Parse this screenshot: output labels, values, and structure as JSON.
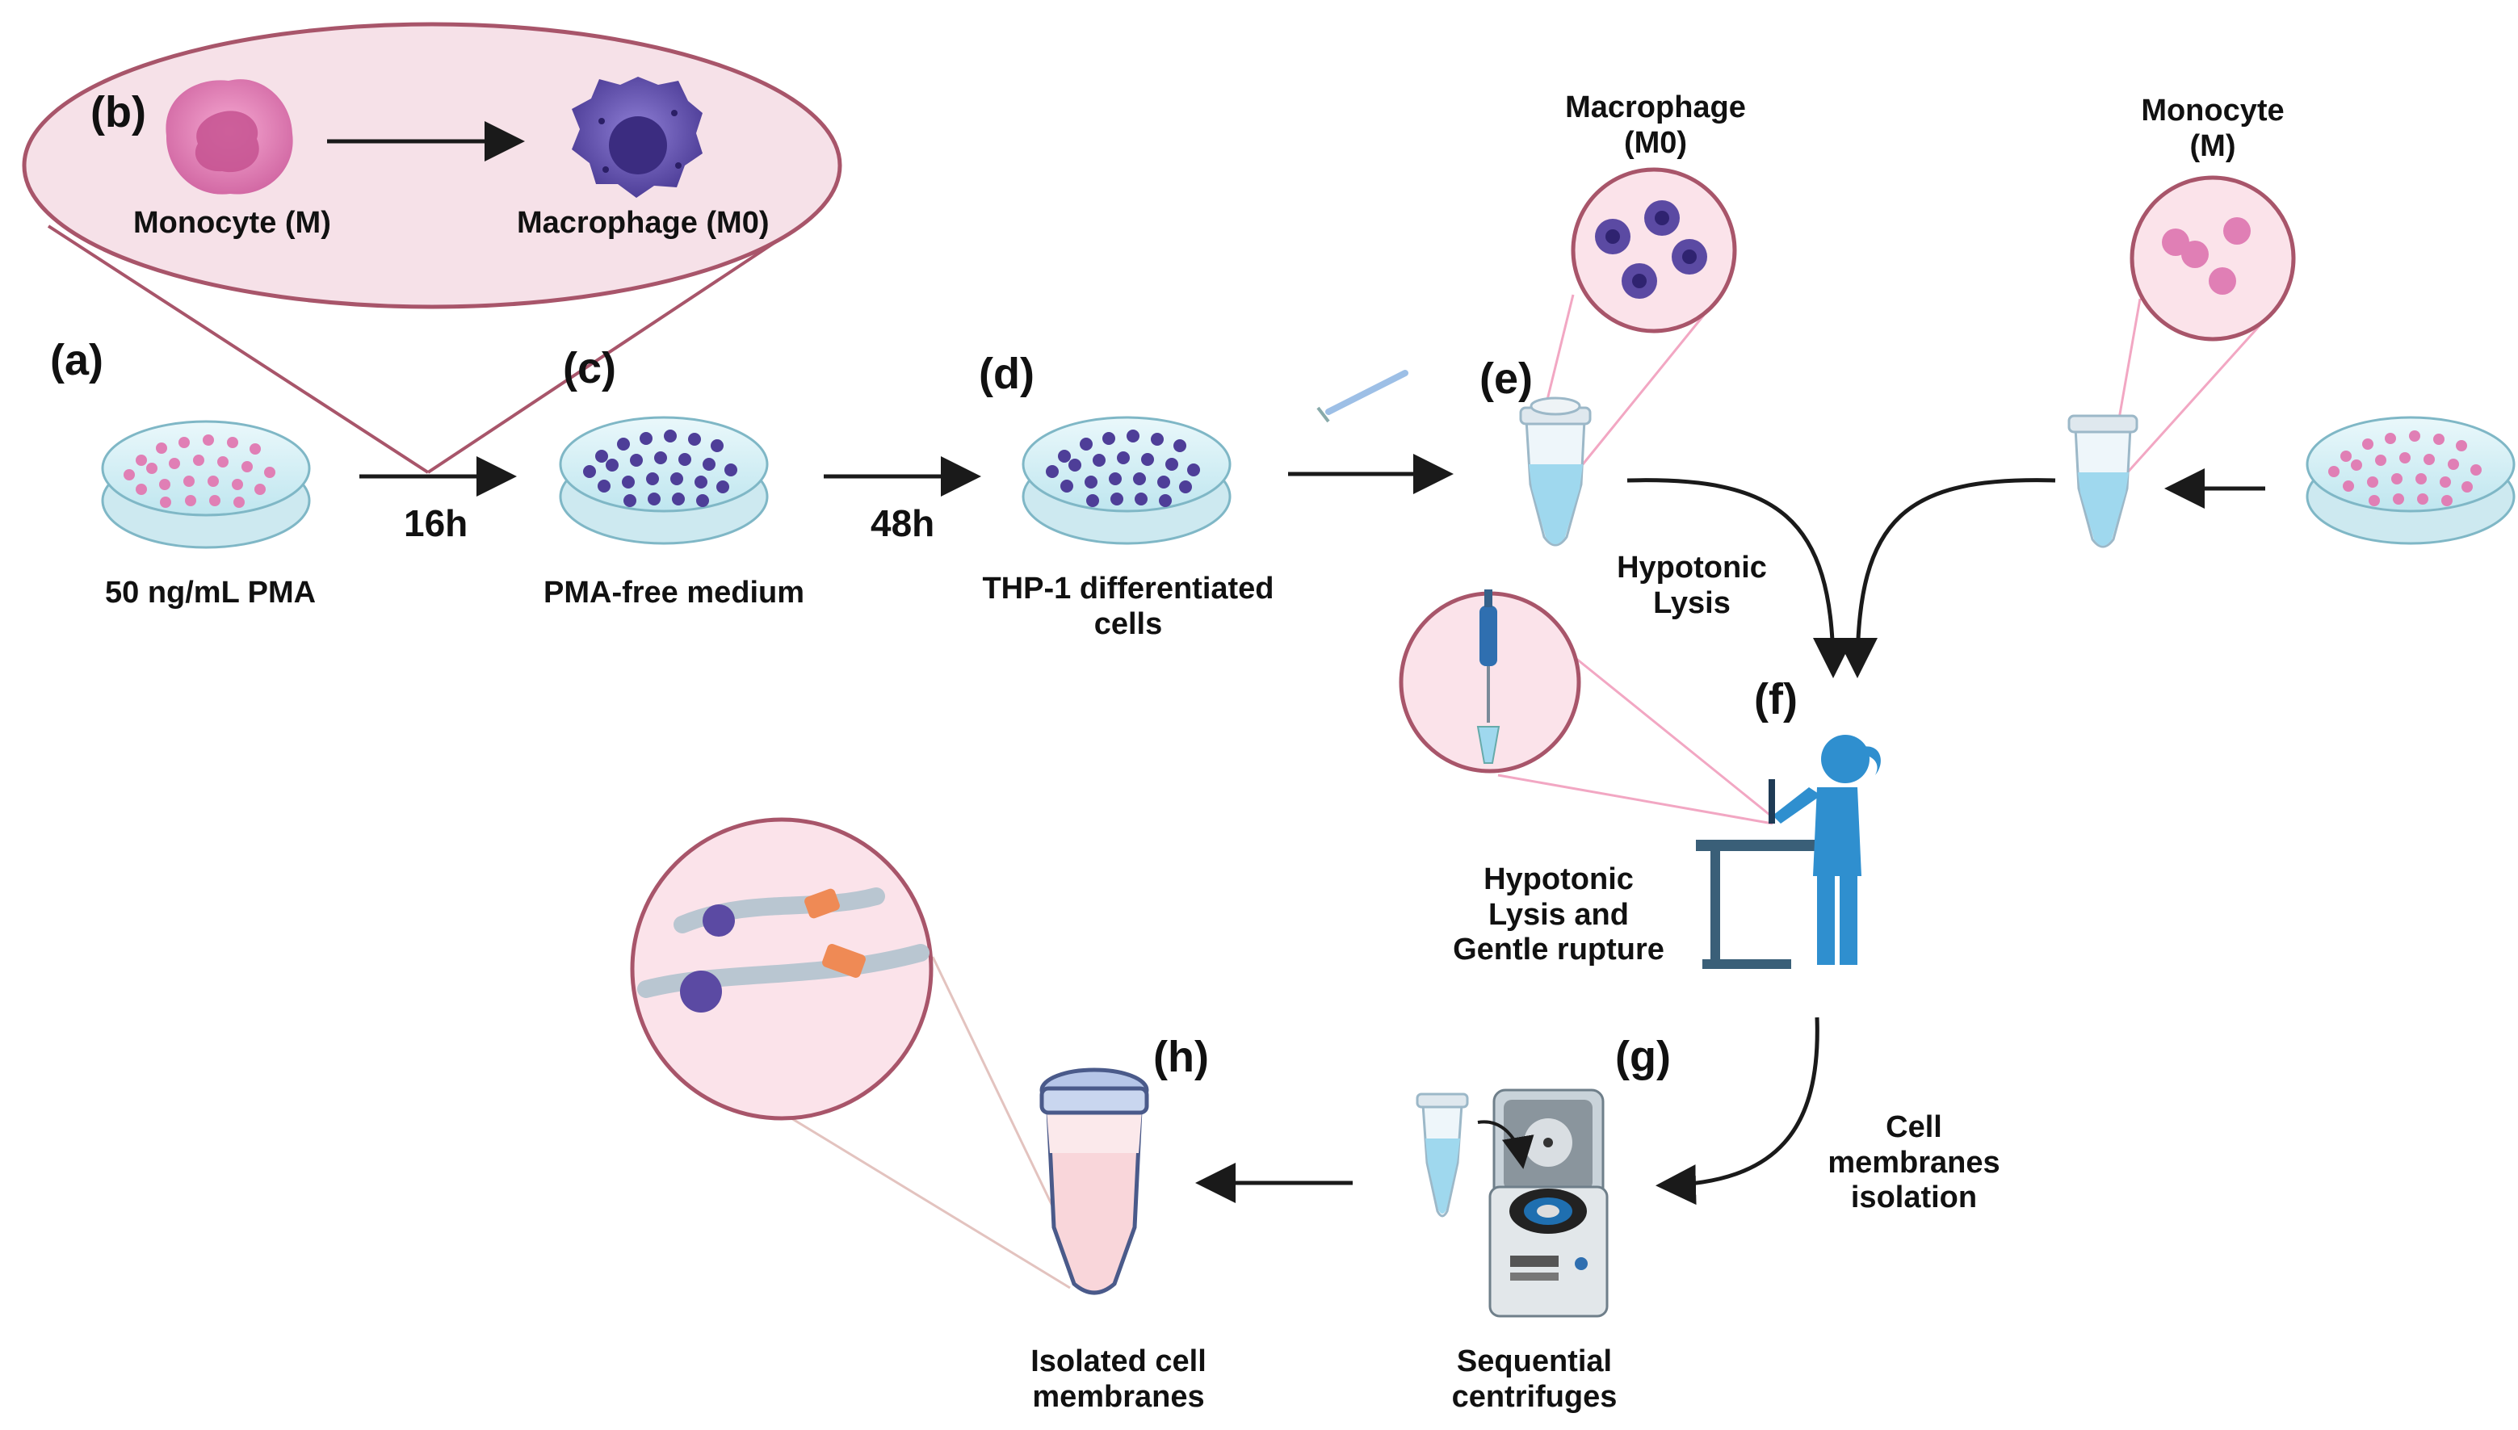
{
  "steps": {
    "a": "(a)",
    "b": "(b)",
    "c": "(c)",
    "d": "(d)",
    "e": "(e)",
    "f": "(f)",
    "g": "(g)",
    "h": "(h)"
  },
  "labels": {
    "pma": "50 ng/mL PMA",
    "pma_free": "PMA-free medium",
    "thp1": "THP-1 differentiated\ncells",
    "time_16h": "16h",
    "time_48h": "48h",
    "monocyte_m": "Monocyte (M)",
    "macrophage_m0": "Macrophage (M0)",
    "macrophage_top": "Macrophage\n(M0)",
    "monocyte_top": "Monocyte\n(M)",
    "hypotonic_lysis": "Hypotonic\nLysis",
    "hypotonic_rupture": "Hypotonic\nLysis and\nGentle rupture",
    "cell_membranes_isolation": "Cell\nmembranes\nisolation",
    "sequential_centrifuges": "Sequential\ncentrifuges",
    "isolated_membranes": "Isolated cell\nmembranes"
  },
  "colors": {
    "monocyte": "#e07fb5",
    "macrophage": "#5b4aa3",
    "bubble_fill": "#fbe3ea",
    "bubble_stroke": "#a8556a",
    "tube_liquid": "#9fd8ee",
    "scientist": "#2f8fcf",
    "bench": "#3a5f78",
    "arrow": "#1a1a1a"
  }
}
